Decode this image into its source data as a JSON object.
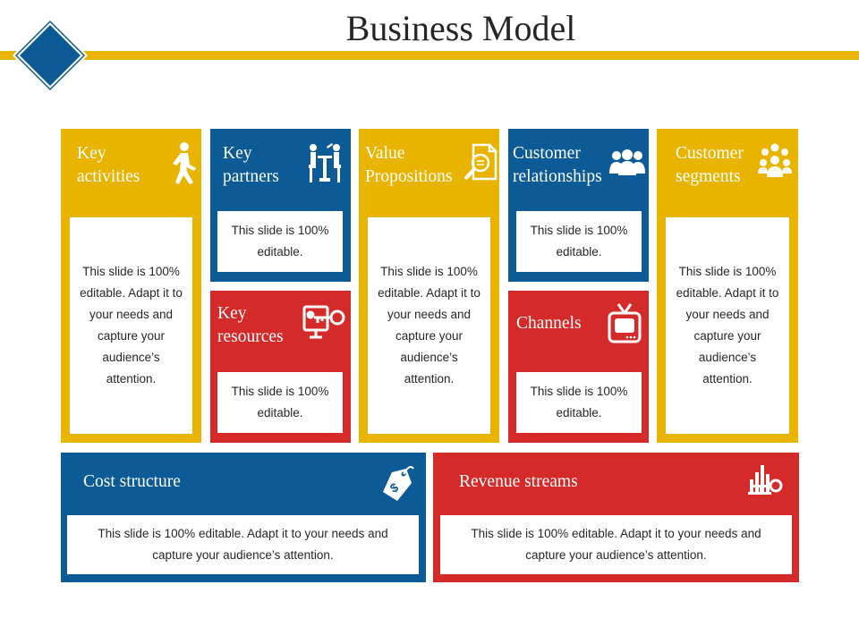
{
  "title": "Business Model",
  "colors": {
    "gold": "#E8B400",
    "blue": "#0C5A96",
    "red": "#D42A2A",
    "diamond": "#0C5A96"
  },
  "tiles": {
    "key_activities": {
      "heading": "Key\nactivities",
      "body": "This slide is 100% editable. Adapt it to your needs and capture your audience’s attention.",
      "icon": "walking-person-icon"
    },
    "key_partners": {
      "heading": "Key\npartners",
      "body": "This slide is 100% editable.",
      "icon": "meeting-people-icon"
    },
    "key_resources": {
      "heading": "Key\nresources",
      "body": "This slide is 100% editable.",
      "icon": "key-monitor-icon"
    },
    "value_propositions": {
      "heading": "Value\nPropositions",
      "body": "This slide is 100% editable. Adapt it to your needs and capture your audience’s attention.",
      "icon": "document-magnifier-icon"
    },
    "customer_relationships": {
      "heading": "Customer\nrelationships",
      "body": "This slide is 100% editable.",
      "icon": "group-people-icon"
    },
    "channels": {
      "heading": "Channels",
      "body": "This slide is 100% editable.",
      "icon": "tv-icon"
    },
    "customer_segments": {
      "heading": "Customer\nsegments",
      "body": "This slide is 100% editable. Adapt it to your needs and capture your audience’s attention.",
      "icon": "crowd-icon"
    },
    "cost_structure": {
      "heading": "Cost structure",
      "body": "This slide is 100% editable. Adapt it to your needs and capture your audience’s attention.",
      "icon": "price-tag-icon"
    },
    "revenue_streams": {
      "heading": "Revenue streams",
      "body": "This slide is 100% editable. Adapt it to your needs and capture your audience’s attention.",
      "icon": "chart-key-icon"
    }
  }
}
